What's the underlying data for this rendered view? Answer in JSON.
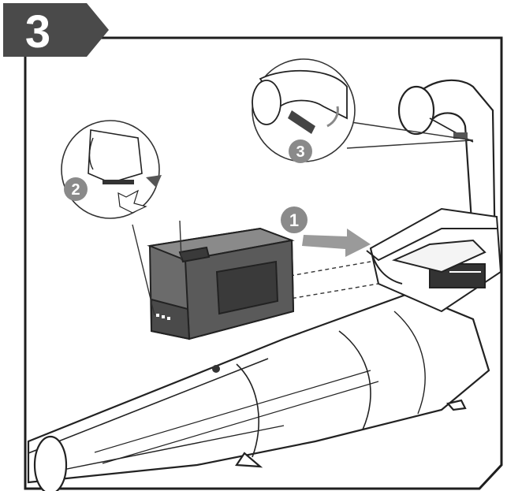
{
  "step": {
    "number": "3"
  },
  "callouts": [
    {
      "number": "1"
    },
    {
      "number": "2"
    },
    {
      "number": "3"
    }
  ],
  "colors": {
    "tab": "#4a4a4a",
    "frame": "#1e1e1e",
    "callout_badge": "#8a8a8a",
    "battery_body": "#6b6b6b",
    "battery_dark": "#3a3a3a",
    "arrow": "#9a9a9a"
  }
}
